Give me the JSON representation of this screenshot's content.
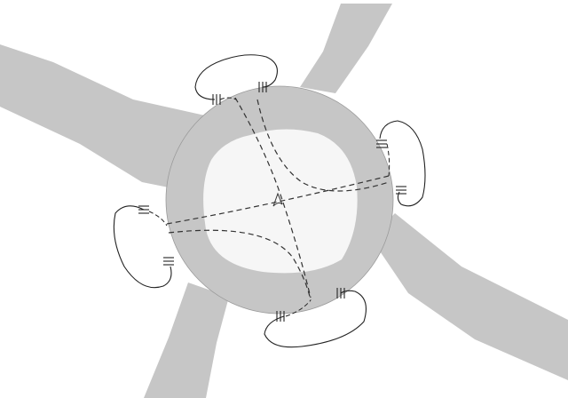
{
  "colors": {
    "background": "#ffffff",
    "road": "#c6c6c6",
    "road_edge": "#9a9a9a",
    "island": "#f6f6f6",
    "path_line": "#333333",
    "sensor_loop": "#222222"
  },
  "diagram": {
    "road_arms": [
      "northwest-arm",
      "northeast-arm",
      "southwest-arm",
      "southeast-arm"
    ],
    "central_island": "center-island",
    "loops": [
      "loop-north",
      "loop-east",
      "loop-west",
      "loop-south"
    ]
  }
}
